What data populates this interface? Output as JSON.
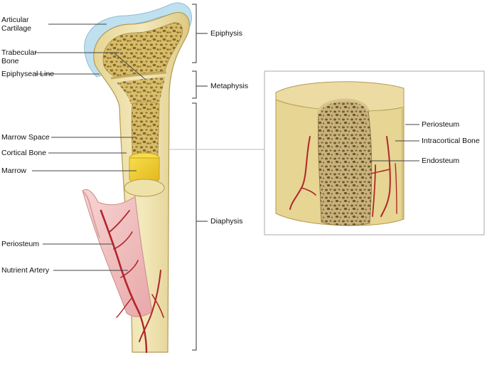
{
  "left_labels": {
    "articular_cartilage": "Articular Cartilage",
    "trabecular_bone": "Trabecular Bone",
    "epiphyseal_line": "Epiphyseal Line",
    "marrow_space": "Marrow Space",
    "cortical_bone": "Cortical Bone",
    "marrow": "Marrow",
    "periosteum": "Periosteum",
    "nutrient_artery": "Nutrient Artery"
  },
  "region_labels": {
    "epiphysis": "Epiphysis",
    "metaphysis": "Metaphysis",
    "diaphysis": "Diaphysis"
  },
  "inset_labels": {
    "periosteum": "Periosteum",
    "intracortical_bone": "Intracortical Bone",
    "endosteum": "Endosteum"
  },
  "colors": {
    "bone_cortex": "#ecdfa6",
    "bone_outline": "#b49a55",
    "trabecular_fill": "#cfb25e",
    "trabecular_pore": "#8a6c2a",
    "cartilage": "#bfe0ee",
    "marrow_yellow": "#f2cf2e",
    "periosteum_pink": "#f2c2c2",
    "artery_red": "#b0262a",
    "leader_line": "#444444",
    "inset_border": "#aaaaaa"
  }
}
